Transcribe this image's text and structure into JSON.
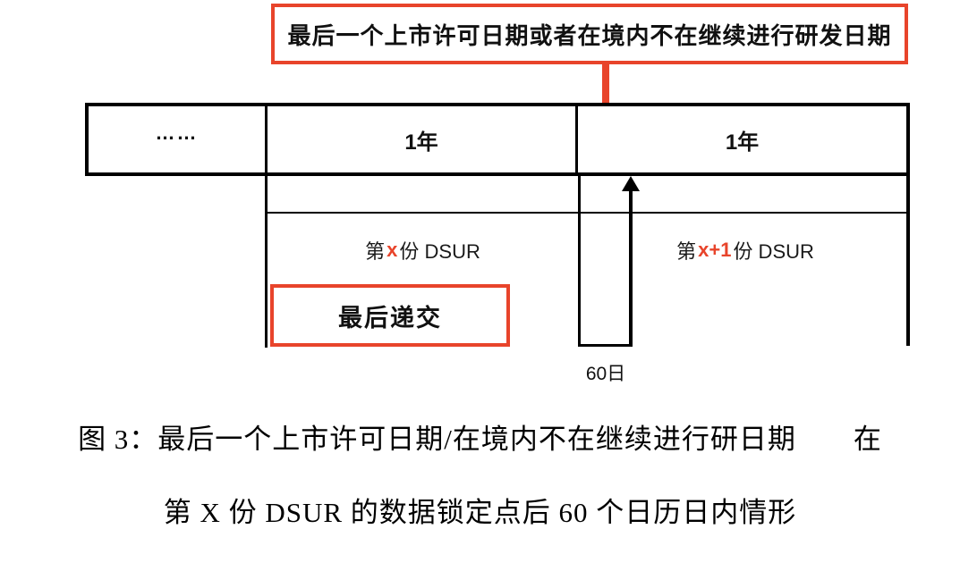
{
  "diagram": {
    "top_callout": "最后一个上市许可日期或者在境内不在继续进行研发日期",
    "timeline_cells": [
      {
        "label": "……"
      },
      {
        "label": "1年"
      },
      {
        "label": "1年"
      }
    ],
    "dsur_left": {
      "prefix": "第",
      "highlight": "x",
      "suffix": "份 DSUR"
    },
    "dsur_right": {
      "prefix": "第",
      "highlight": "x+1",
      "suffix": "份 DSUR"
    },
    "last_submission_label": "最后递交",
    "duration_label": "60日",
    "colors": {
      "accent_red": "#e8442b",
      "line_black": "#000000"
    }
  },
  "caption": {
    "line1": "图 3：最后一个上市许可日期/在境内不在继续进行研日期　　在",
    "line2": "第 X 份 DSUR 的数据锁定点后 60 个日历日内情形"
  }
}
